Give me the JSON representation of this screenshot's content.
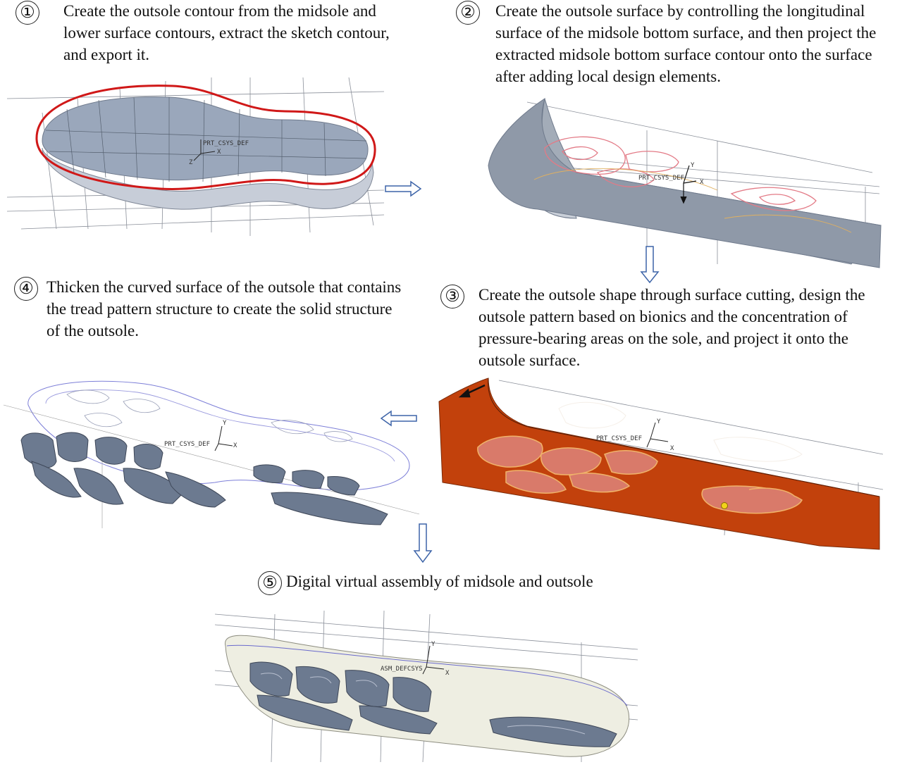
{
  "steps": [
    {
      "num": "①",
      "text": "Create the outsole contour from the midsole and lower surface contours, extract the sketch contour, and export it."
    },
    {
      "num": "②",
      "text": "Create the outsole surface by controlling the longitudinal surface of the midsole bottom surface, and then project the extracted midsole bottom surface contour onto the surface after adding local design elements."
    },
    {
      "num": "③",
      "text": "Create the outsole shape through surface cutting, design the outsole pattern based on bionics and the concentration of pressure-bearing areas on the sole, and project it onto the outsole surface."
    },
    {
      "num": "④",
      "text": "Thicken the curved surface of the outsole that contains the tread pattern structure to create the solid structure of the outsole."
    },
    {
      "num": "⑤",
      "text": "Digital virtual assembly of midsole and outsole"
    }
  ],
  "cad_labels": {
    "csys": "PRT_CSYS_DEF",
    "csys_asm": "ASM_DEFCSYS",
    "x": "X",
    "y": "Y",
    "z": "Z"
  },
  "colors": {
    "midsole": "#9aa7bb",
    "contour": "#d01818",
    "outsole_surface": "#a3acb8",
    "cut_surface": "#c2410c",
    "tread": "#6c7a90",
    "assembly": "#eeeee2",
    "arrow": "#3d64a8"
  }
}
